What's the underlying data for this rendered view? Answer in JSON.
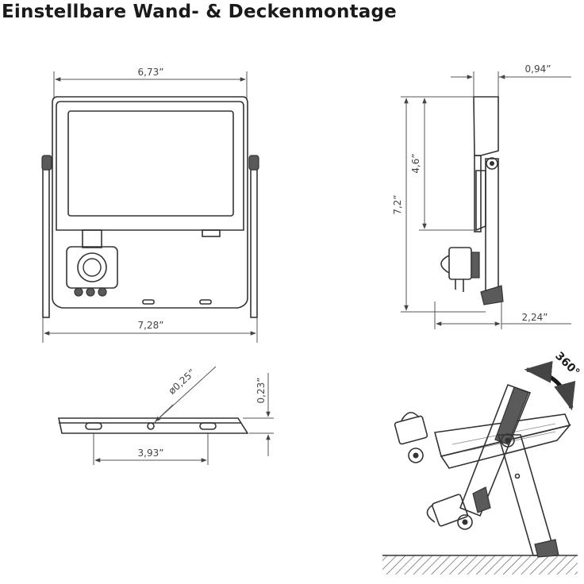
{
  "title": "Einstellbare Wand- & Deckenmontage",
  "dimensions": {
    "width_top": "6,73ˮ",
    "width_bottom": "7,28ˮ",
    "depth": "0,94ˮ",
    "height_inner": "4,6ˮ",
    "height_total": "7,2ˮ",
    "depth_bracket": "2,24ˮ",
    "hole_diameter": "ø0,25ˮ",
    "bracket_thickness": "0,23ˮ",
    "hole_spacing": "3,93ˮ"
  },
  "rotation_label": "360°"
}
